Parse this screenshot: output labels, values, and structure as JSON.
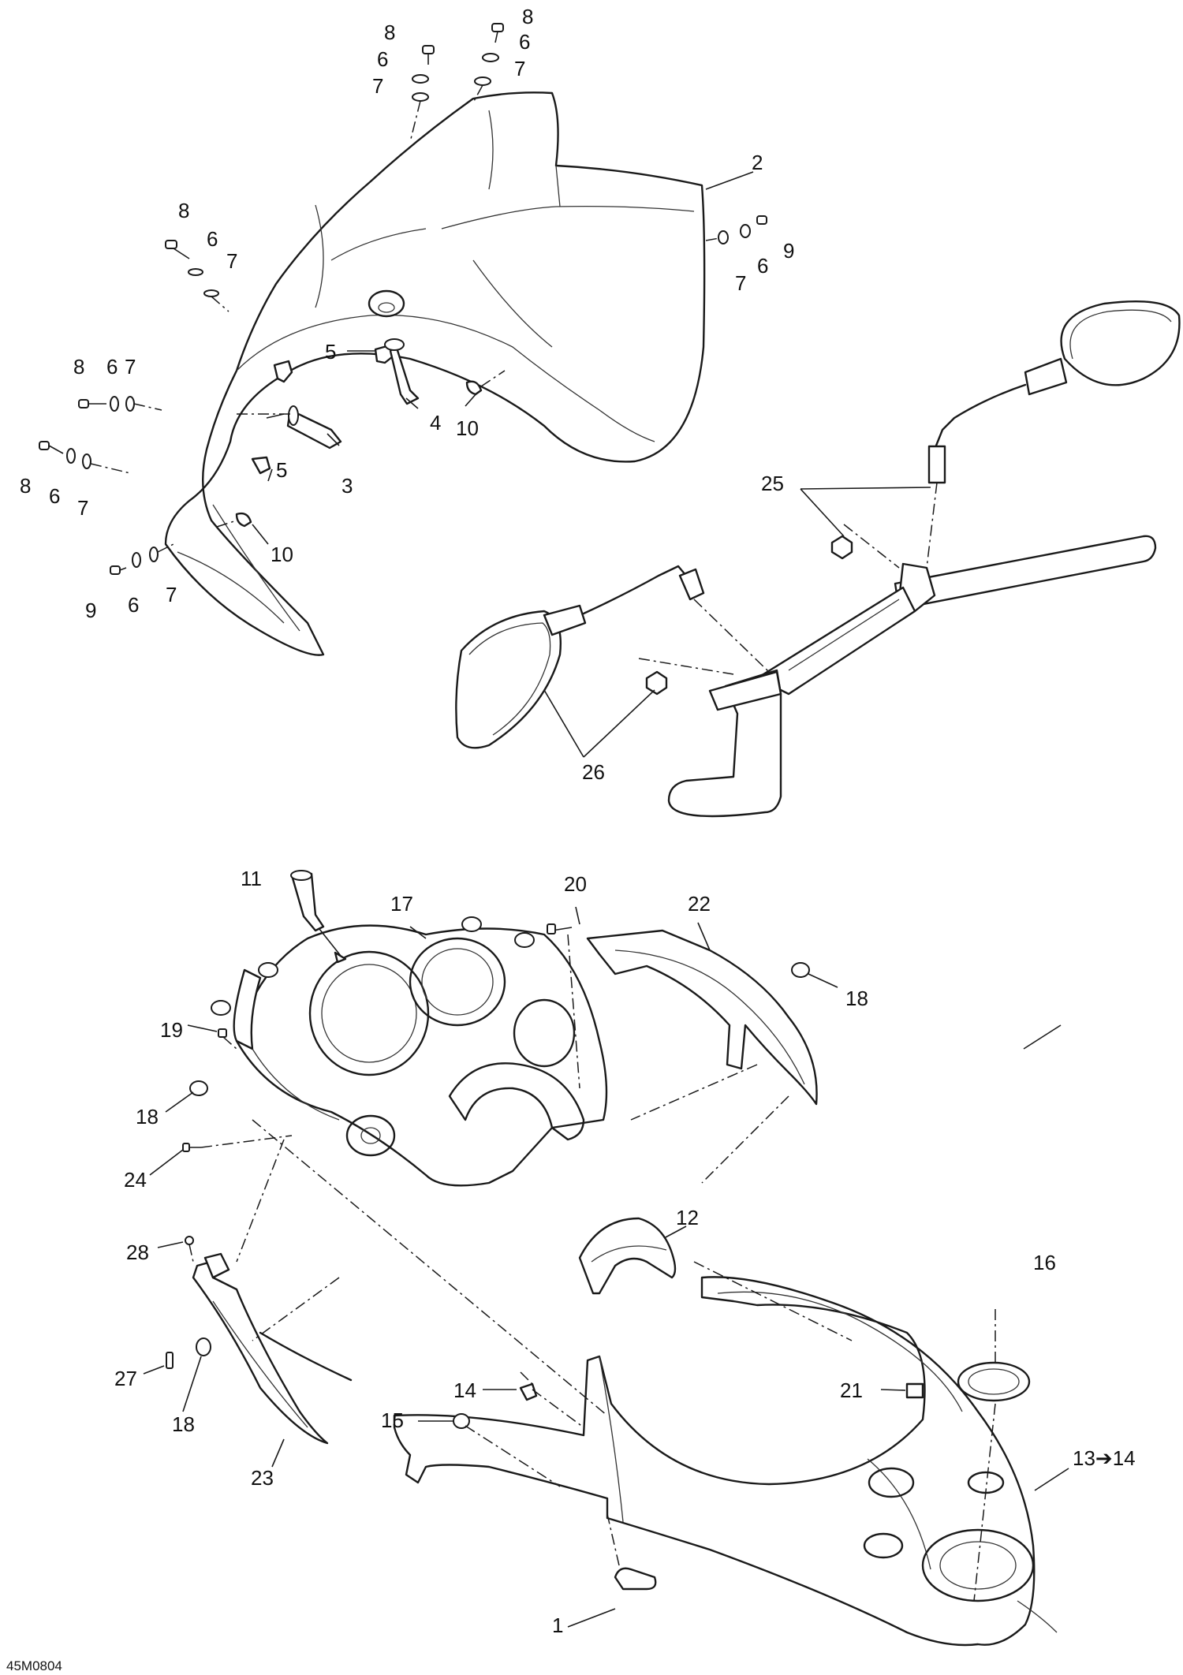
{
  "drawing": {
    "reference_code": "45M0804"
  },
  "callouts": {
    "c1": "1",
    "c2": "2",
    "c3": "3",
    "c4": "4",
    "c5": "5",
    "c6": "6",
    "c7": "7",
    "c8": "8",
    "c9": "9",
    "c10": "10",
    "c11": "11",
    "c12": "12",
    "c13_14": "13➔14",
    "c14": "14",
    "c15": "15",
    "c16": "16",
    "c17": "17",
    "c18": "18",
    "c19": "19",
    "c20": "20",
    "c21": "21",
    "c22": "22",
    "c23": "23",
    "c24": "24",
    "c25": "25",
    "c26": "26",
    "c27": "27",
    "c28": "28"
  }
}
